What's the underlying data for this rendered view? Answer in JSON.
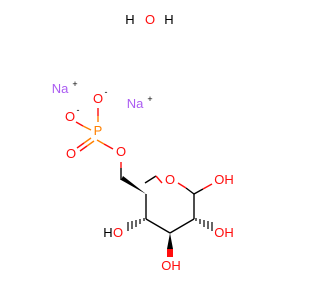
{
  "water": {
    "h1": "H",
    "o": "O",
    "h2": "H"
  },
  "sodium": [
    {
      "symbol": "Na",
      "charge": "+"
    },
    {
      "symbol": "Na",
      "charge": "+"
    }
  ],
  "phosphate": {
    "p": "P",
    "o_top": "O",
    "o_top_charge": "-",
    "o_left": "O",
    "o_left_charge": "-",
    "o_bottom": "O",
    "o_ester": "O"
  },
  "ring": {
    "o_ring": "O",
    "oh_c1": "OH",
    "oh_c2": "OH",
    "oh_c3": "OH",
    "oh_c4_h": "H",
    "oh_c4_o": "O"
  },
  "colors": {
    "oxygen": "#ff0d0d",
    "phosphorus": "#ff8000",
    "sodium": "#ab5cf2",
    "carbon_bond": "#000000",
    "background": "#ffffff"
  }
}
